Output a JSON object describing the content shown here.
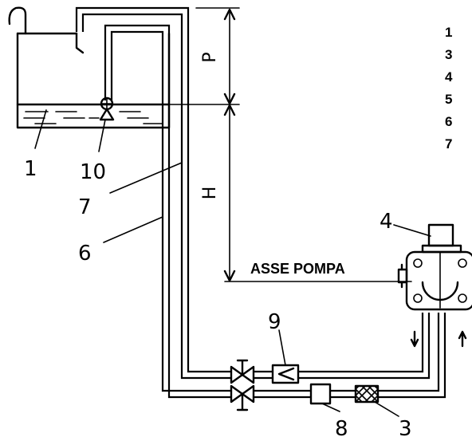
{
  "legend_numbers": [
    "1",
    "3",
    "4",
    "5",
    "6",
    "7"
  ],
  "labels": {
    "tank": "1",
    "foot_valve": "10",
    "return_pipe": "7",
    "suction_pipe": "6",
    "pump": "4",
    "check_valve": "9",
    "filter_block": "8",
    "strainer": "3",
    "height_p": "P",
    "height_h": "H",
    "pump_axis": "ASSE POMPA"
  },
  "colors": {
    "ink": "#000000",
    "paper": "#ffffff"
  }
}
